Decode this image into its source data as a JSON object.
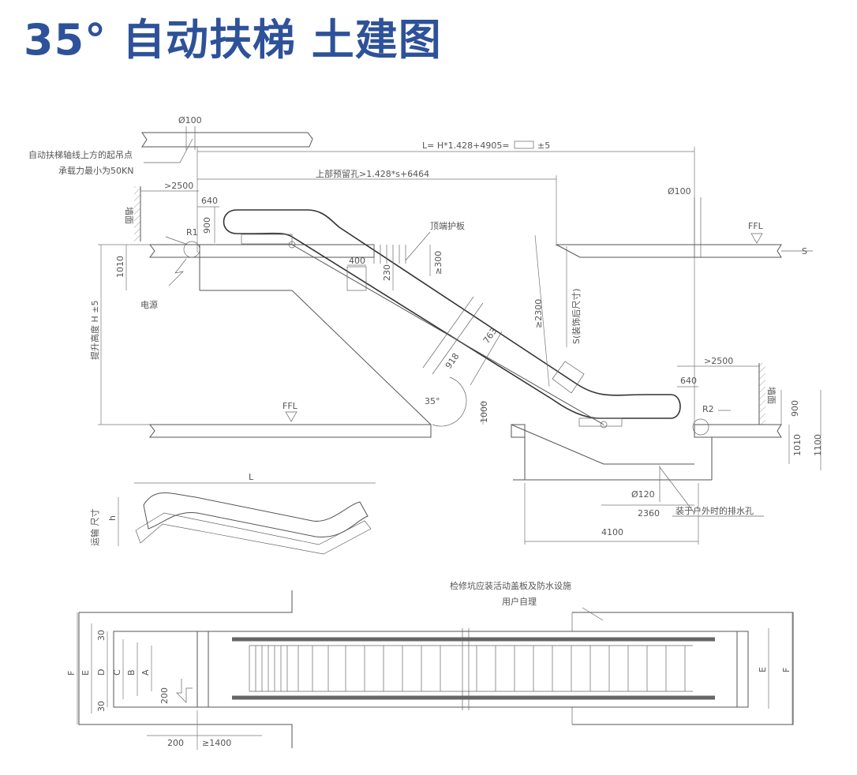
{
  "title": "35° 自动扶梯 土建图",
  "side_view": {
    "hole_top": "Ø100",
    "lifting_point_1": "自动扶梯轴线上方的起吊点",
    "lifting_point_2": "承载力最小为50KN",
    "length_formula": "L= H*1.428+4905=",
    "length_tol": "±5",
    "upper_opening": "上部预留孔>1.428*s+6464",
    "left_gap": ">2500",
    "left_640": "640",
    "left_900": "900",
    "wall_left": "墙面",
    "r1": "R1",
    "left_1010": "1010",
    "power": "电源",
    "rise": "提升高度 H ±5",
    "guard": "顶端护板",
    "dim_400": "400",
    "dim_230": "230",
    "dim_300": "≥300",
    "dim_2300": "≥2300",
    "s_label": "S(装饰后尺寸)",
    "dim_763": "763",
    "dim_918": "918",
    "angle": "35°",
    "ffl_top": "FFL",
    "ffl_bottom": "FFL",
    "s": "S",
    "hole_right": "Ø100",
    "right_gap": ">2500",
    "right_640": "640",
    "wall_right": "墙面",
    "right_900": "900",
    "r2": "R2",
    "dim_1000": "1000",
    "right_1010": "1010",
    "right_1100": "1100",
    "drain_dia": "Ø120",
    "drain": "装于户外时的排水孔",
    "dim_2360": "2360",
    "dim_4100": "4100"
  },
  "transport": {
    "l": "L",
    "h": "h",
    "label": "运输 尺寸"
  },
  "plan_view": {
    "note_1": "检修坑应装活动盖板及防水设施",
    "note_2": "用户自理",
    "f_left": "F",
    "e_left": "E",
    "d": "D",
    "c": "C",
    "b": "B",
    "a": "A",
    "d30_top": "30",
    "d30_bottom": "30",
    "d200_side": "200",
    "d200_bottom": "200",
    "d1400": "≥1400",
    "e_right": "E",
    "f_right": "F"
  }
}
